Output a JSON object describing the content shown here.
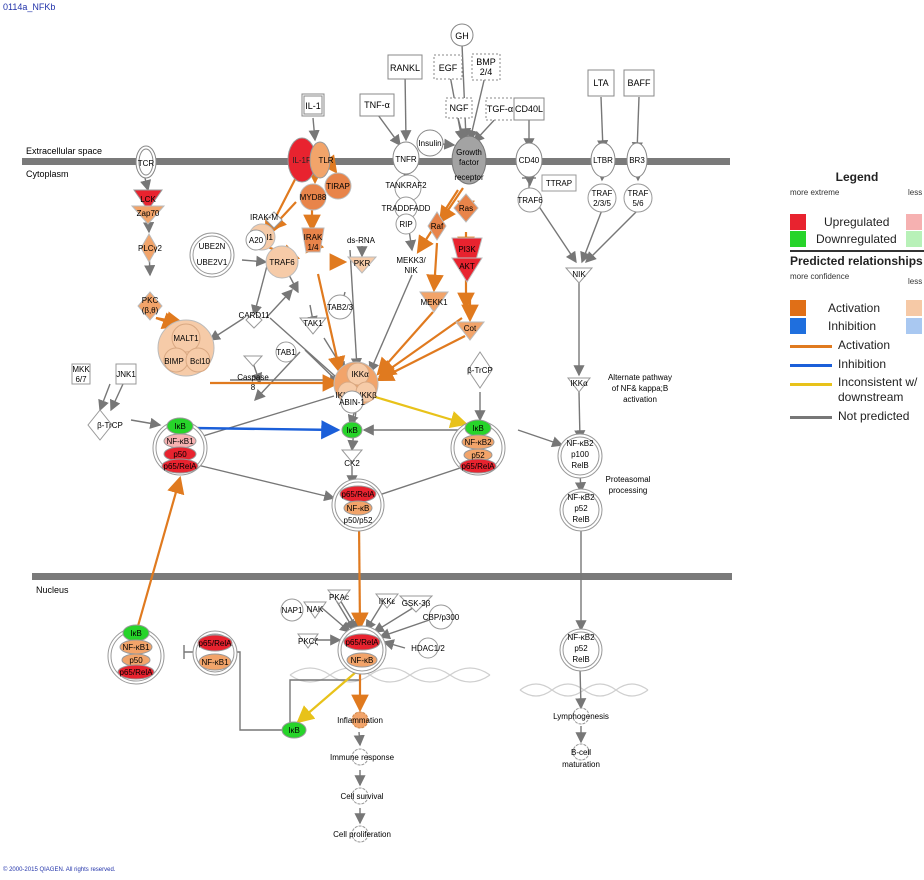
{
  "header": {
    "pathway_id": "0114a_NFKb"
  },
  "footer": {
    "copyright": "© 2000-2015 QIAGEN. All rights reserved."
  },
  "regions": {
    "extracellular": "Extracellular space",
    "cytoplasm": "Cytoplasm",
    "nucleus": "Nucleus"
  },
  "colors": {
    "up_strong": "#e8232f",
    "up_light": "#f6b1b1",
    "down_strong": "#27d42a",
    "down_light": "#b8f1b8",
    "act_strong": "#e06f17",
    "act_light": "#f6c9a6",
    "inh_strong": "#1f6fde",
    "inh_light": "#a9c8f1",
    "edge_activation": "#e07a1f",
    "edge_inhibition": "#1b5fd9",
    "edge_inconsistent": "#e8c21a",
    "edge_not_predicted": "#777777",
    "membrane": "#7a7a7a"
  },
  "legend": {
    "title": "Legend",
    "more_extreme": "more extreme",
    "less": "less",
    "upregulated": "Upregulated",
    "downregulated": "Downregulated",
    "predicted_title": "Predicted relationships",
    "more_confidence": "more confidence",
    "less2": "less",
    "activation": "Activation",
    "inhibition": "Inhibition",
    "edge_activation": "Activation",
    "edge_inhibition": "Inhibition",
    "edge_inconsistent_1": "Inconsistent w/",
    "edge_inconsistent_2": "downstream",
    "edge_not_predicted": "Not predicted"
  },
  "nodes": {
    "gh": "GH",
    "rankl": "RANKL",
    "egf": "EGF",
    "bmp": "BMP",
    "bmp2": "2/4",
    "il1": "IL-1",
    "tnfa": "TNF-α",
    "ngf": "NGF",
    "tgfa": "TGF-α",
    "cd40l": "CD40L",
    "lta": "LTA",
    "baff": "BAFF",
    "insulin": "Insulin",
    "il1r": "IL-1R",
    "tlr": "TLR",
    "tnfr": "TNFR",
    "growth1": "Growth",
    "growth2": "factor",
    "growth3": "receptor",
    "cd40": "CD40",
    "ltbr": "LTBR",
    "br3": "BR3",
    "tcr": "TCR",
    "lck": "LCK",
    "tirap": "TIRAP",
    "myd88": "MYD88",
    "tankraf2": "TANKRAF2",
    "traddfadd": "TRADDFADD",
    "rip": "RIP",
    "ras": "Ras",
    "ttrap": "TTRAP",
    "traf6b": "TRAF6",
    "traf235_1": "TRAF",
    "traf235_2": "2/3/5",
    "traf56_1": "TRAF",
    "traf56_2": "5/6",
    "zap70": "Zap70",
    "irakm": "IRAK-M",
    "peli1": "PELI1",
    "irak1": "IRAK",
    "irak2": "1/4",
    "raf": "Raf",
    "pi3k": "PI3K",
    "plcy2": "PLCγ2",
    "ube2n": "UBE2N",
    "ube2v1": "UBE2V1",
    "a20": "A20",
    "traf6": "TRAF6",
    "dsrna": "ds-RNA",
    "pkr": "PKR",
    "mekk3_1": "MEKK3/",
    "mekk3_2": "NIK",
    "akt": "AKT",
    "nik": "NIK",
    "pkc1": "PKC",
    "pkc2": "(β,θ)",
    "card11": "CARD11",
    "tab23": "TAB2/3",
    "mekk1": "MEKK1",
    "tak1": "TAK1",
    "cot": "Cot",
    "malt1": "MALT1",
    "bimp": "BIMP",
    "bcl10": "Bcl10",
    "tab1": "TAB1",
    "ikka": "IKKα",
    "ikky": "IKKγ",
    "ikkb": "IKKβ",
    "btrcp2": "β-TrCP",
    "mkk1": "MKK",
    "mkk2": "6/7",
    "jnk1": "JNK1",
    "caspase1": "Caspase",
    "caspase2": "8",
    "abin1": "ABIN-1",
    "alt1": "Alternate pathway",
    "alt2": "of NF& kappa;B",
    "alt3": "activation",
    "ikka2": "IKKα",
    "btrcp1": "β-TrCP",
    "ikb_l": "IκB",
    "nfkb1_l": "NF-κB1",
    "p50_l": "p50",
    "p65_l": "p65/RelA",
    "ikb_c": "IκB",
    "ikb_r": "IκB",
    "nfkb2_r": "NF-κB2",
    "p52_r": "p52",
    "p65_r": "p65/RelA",
    "nfkb2_a": "NF-κB2",
    "p100": "p100",
    "relb_a": "RelB",
    "proteasomal1": "Proteasomal",
    "proteasomal2": "processing",
    "ck2": "CK2",
    "p65_c": "p65/RelA",
    "nfkb_c": "NF-κB",
    "p50p52": "p50/p52",
    "nfkb2_b": "NF-κB2",
    "p52_b": "p52",
    "relb_b": "RelB",
    "ikb_n": "IκB",
    "nfkb1_n": "NF-κB1",
    "p50_n": "p50",
    "p65_n": "p65/RelA",
    "p65_n2": "p65/RelA",
    "nfkb1_n2": "NF-κB1",
    "nap1": "NAP1",
    "nak": "NAK",
    "pkac": "PKAc",
    "ikke": "IKKε",
    "gsk3b": "GSK-3β",
    "cbp": "CBP/p300",
    "pkcz": "PKCζ",
    "p65_n3": "p65/RelA",
    "nfkb_n3": "NF-κB",
    "hdac": "HDAC1/2",
    "nfkb2_n": "NF-κB2",
    "p52_n": "p52",
    "relb_n": "RelB",
    "inflammation": "Inflammation",
    "ikb_bottom": "IκB",
    "immune": "Immune response",
    "survival": "Cell survival",
    "prolif": "Cell proliferation",
    "lympho": "Lymphogenesis",
    "bcell1": "B-cell",
    "bcell2": "maturation"
  }
}
